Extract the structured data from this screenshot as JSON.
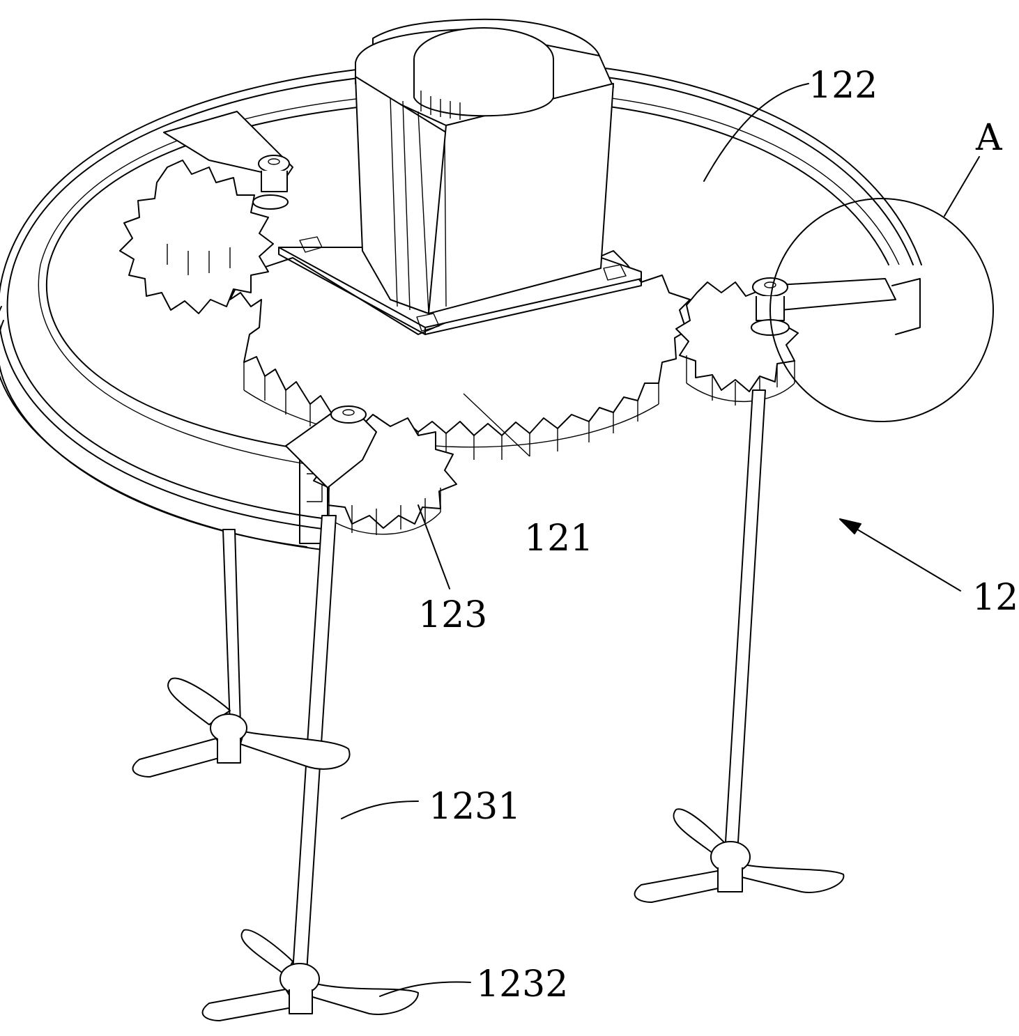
{
  "figure": {
    "labels": {
      "motor_gear": "121",
      "planet_gear_right": "122",
      "planet_gear_front": "123",
      "detail_view": "A",
      "assembly": "12",
      "stirring_shaft": "1231",
      "impeller_blade": "1232"
    }
  }
}
